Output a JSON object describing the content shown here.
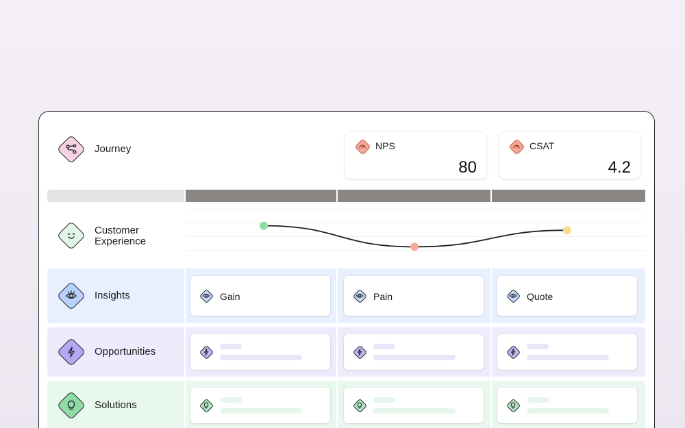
{
  "header": {
    "journey_label": "Journey",
    "metrics": [
      {
        "label": "NPS",
        "value": "80",
        "icon": "gauge-icon"
      },
      {
        "label": "CSAT",
        "value": "4.2",
        "icon": "gauge-icon"
      }
    ]
  },
  "rows": {
    "customer_experience": {
      "label": "Customer\nExperience",
      "icon": "smile-icon"
    },
    "insights": {
      "label": "Insights",
      "icon": "eye-icon",
      "cells": [
        "Gain",
        "Pain",
        "Quote"
      ]
    },
    "opportunities": {
      "label": "Opportunities",
      "icon": "lightning-icon"
    },
    "solutions": {
      "label": "Solutions",
      "icon": "lightbulb-icon"
    }
  },
  "chart_data": {
    "type": "line",
    "points": [
      {
        "stage": 1,
        "level": 0.85,
        "color": "#8fdca6"
      },
      {
        "stage": 2,
        "level": 0.15,
        "color": "#f5a99a"
      },
      {
        "stage": 3,
        "level": 0.7,
        "color": "#f7de8f"
      }
    ]
  },
  "colors": {
    "journey": "#f6d2e2",
    "cx": "#e2f5e8",
    "insights": "#e8efff",
    "opportunities": "#eeebfd",
    "solutions": "#e9f8ee",
    "metric": "#f3a796",
    "stage_bar": "#8a8684"
  }
}
